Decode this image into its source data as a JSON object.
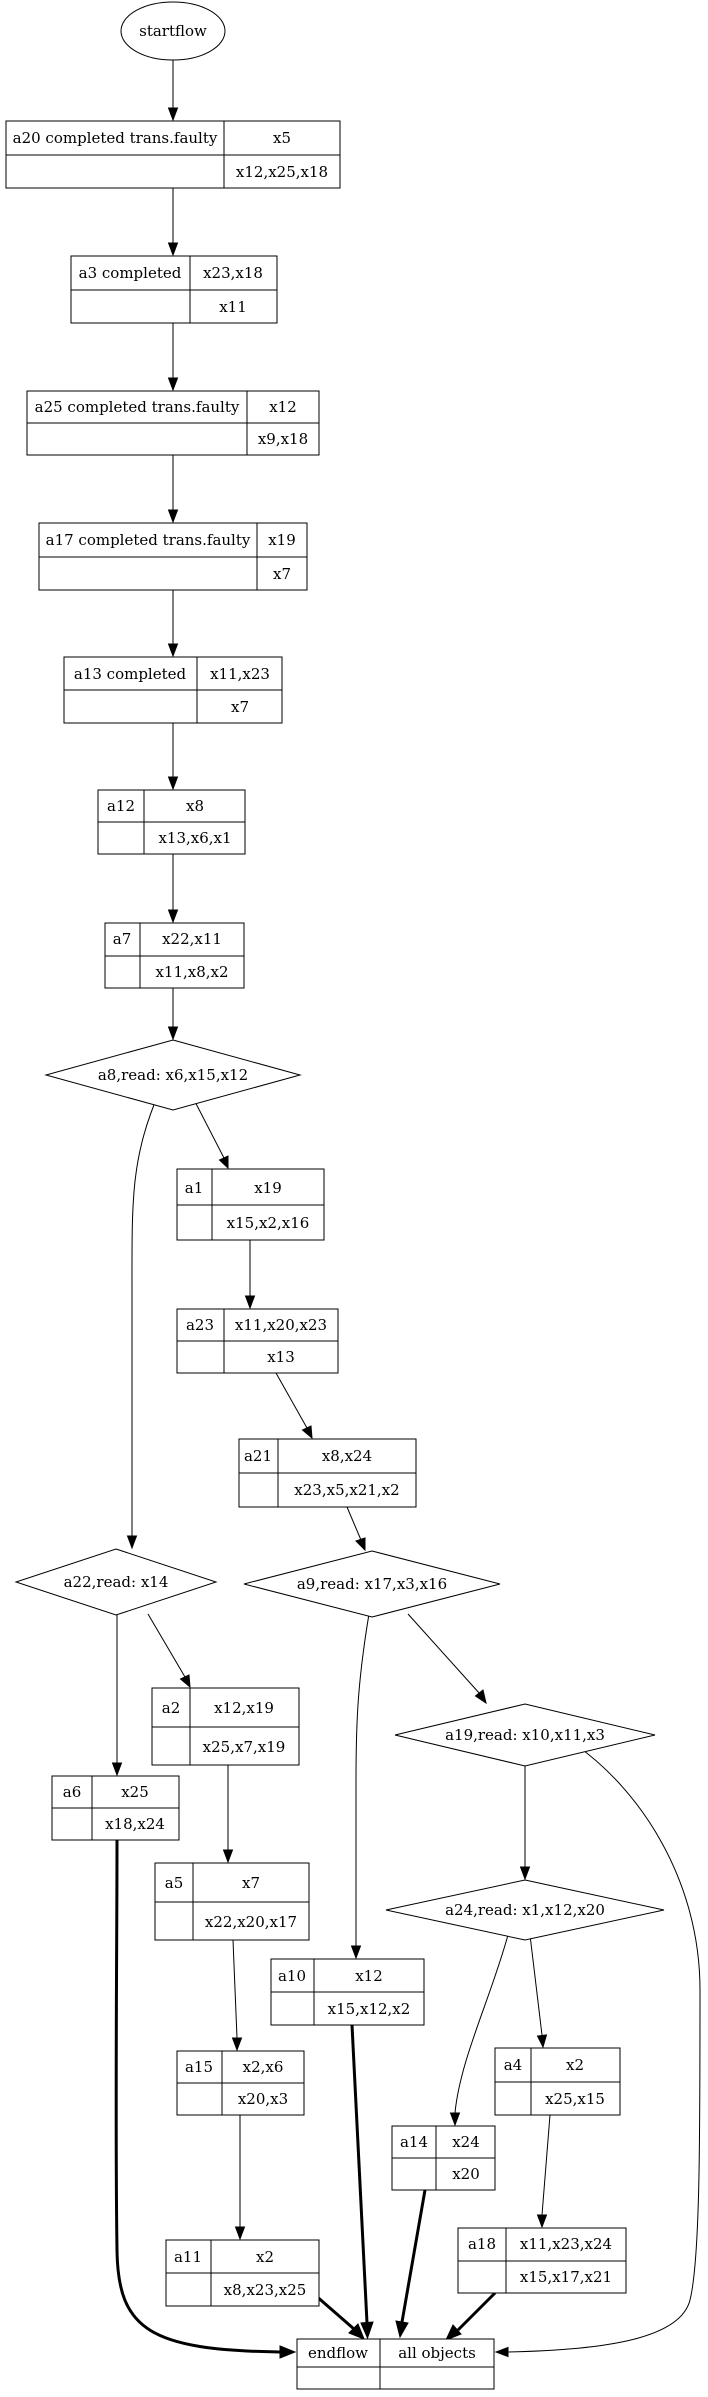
{
  "nodes": {
    "start": {
      "label": "startflow"
    },
    "a20": {
      "action": "a20 completed trans.faulty",
      "writes": "x5",
      "reads": "x12,x25,x18"
    },
    "a3": {
      "action": "a3 completed",
      "writes": "x23,x18",
      "reads": "x11"
    },
    "a25": {
      "action": "a25 completed trans.faulty",
      "writes": "x12",
      "reads": "x9,x18"
    },
    "a17": {
      "action": "a17 completed trans.faulty",
      "writes": "x19",
      "reads": "x7"
    },
    "a13": {
      "action": "a13 completed",
      "writes": "x11,x23",
      "reads": "x7"
    },
    "a12": {
      "action": "a12",
      "writes": "x8",
      "reads": "x13,x6,x1"
    },
    "a7": {
      "action": "a7",
      "writes": "x22,x11",
      "reads": "x11,x8,x2"
    },
    "a8": {
      "label": "a8,read: x6,x15,x12"
    },
    "a1": {
      "action": "a1",
      "writes": "x19",
      "reads": "x15,x2,x16"
    },
    "a23": {
      "action": "a23",
      "writes": "x11,x20,x23",
      "reads": "x13"
    },
    "a21": {
      "action": "a21",
      "writes": "x8,x24",
      "reads": "x23,x5,x21,x2"
    },
    "a22": {
      "label": "a22,read: x14"
    },
    "a9": {
      "label": "a9,read: x17,x3,x16"
    },
    "a2": {
      "action": "a2",
      "writes": "x12,x19",
      "reads": "x25,x7,x19"
    },
    "a19": {
      "label": "a19,read: x10,x11,x3"
    },
    "a6": {
      "action": "a6",
      "writes": "x25",
      "reads": "x18,x24"
    },
    "a5": {
      "action": "a5",
      "writes": "x7",
      "reads": "x22,x20,x17"
    },
    "a24": {
      "label": "a24,read: x1,x12,x20"
    },
    "a10": {
      "action": "a10",
      "writes": "x12",
      "reads": "x15,x12,x2"
    },
    "a4": {
      "action": "a4",
      "writes": "x2",
      "reads": "x25,x15"
    },
    "a15": {
      "action": "a15",
      "writes": "x2,x6",
      "reads": "x20,x3"
    },
    "a14": {
      "action": "a14",
      "writes": "x24",
      "reads": "x20"
    },
    "a11": {
      "action": "a11",
      "writes": "x2",
      "reads": "x8,x23,x25"
    },
    "a18": {
      "action": "a18",
      "writes": "x11,x23,x24",
      "reads": "x15,x17,x21"
    },
    "end": {
      "action": "endflow",
      "writes": "all objects",
      "reads": ""
    }
  }
}
